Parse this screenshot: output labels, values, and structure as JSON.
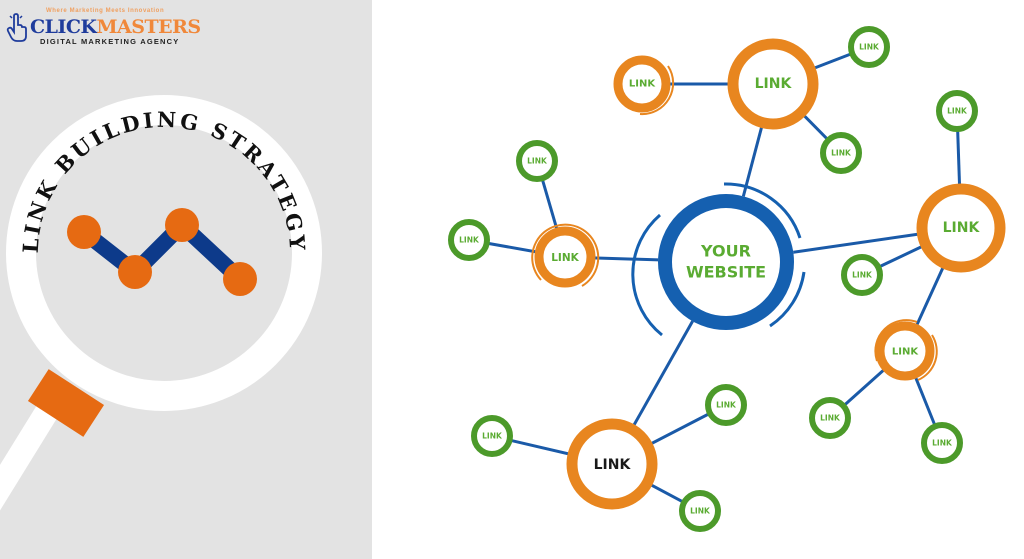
{
  "logo": {
    "tagline": "Where Marketing Meets Innovation",
    "brand_part1": "CLICK",
    "brand_part2": "MASTERS",
    "subtitle": "DIGITAL MARKETING AGENCY",
    "icon": "hand-pointer-icon"
  },
  "illustration": {
    "title": "LINK BUILDING STRATEGY",
    "icon": "magnifying-glass-icon",
    "chart_dots": 4
  },
  "diagram": {
    "center": {
      "label_line1": "YOUR",
      "label_line2": "WEBSITE"
    },
    "node_label": "LINK",
    "colors": {
      "center_ring": "#1560b0",
      "hub_ring": "#e8861f",
      "leaf_ring": "#4c9a2a",
      "edge": "#1a5aa8",
      "label_green": "#5aab32",
      "label_dark": "#1a1a1a",
      "panel_bg": "#e3e3e3",
      "accent_orange": "#e66a12",
      "accent_navy": "#0d3a8a"
    },
    "nodes": [
      {
        "id": "hub-top",
        "label": "LINK",
        "type": "hub"
      },
      {
        "id": "hub-top-left",
        "label": "LINK",
        "type": "hub-small"
      },
      {
        "id": "leaf-top-1",
        "label": "LINK",
        "type": "leaf"
      },
      {
        "id": "leaf-top-2",
        "label": "LINK",
        "type": "leaf"
      },
      {
        "id": "hub-left",
        "label": "LINK",
        "type": "hub-small"
      },
      {
        "id": "leaf-left-1",
        "label": "LINK",
        "type": "leaf"
      },
      {
        "id": "leaf-left-2",
        "label": "LINK",
        "type": "leaf"
      },
      {
        "id": "hub-right",
        "label": "LINK",
        "type": "hub"
      },
      {
        "id": "leaf-right-1",
        "label": "LINK",
        "type": "leaf"
      },
      {
        "id": "leaf-right-2",
        "label": "LINK",
        "type": "leaf"
      },
      {
        "id": "hub-right-small",
        "label": "LINK",
        "type": "hub-small"
      },
      {
        "id": "leaf-right-3",
        "label": "LINK",
        "type": "leaf"
      },
      {
        "id": "leaf-right-4",
        "label": "LINK",
        "type": "leaf"
      },
      {
        "id": "hub-bottom",
        "label": "LINK",
        "type": "hub"
      },
      {
        "id": "leaf-bottom-1",
        "label": "LINK",
        "type": "leaf"
      },
      {
        "id": "leaf-bottom-2",
        "label": "LINK",
        "type": "leaf"
      },
      {
        "id": "leaf-bottom-3",
        "label": "LINK",
        "type": "leaf"
      }
    ]
  }
}
